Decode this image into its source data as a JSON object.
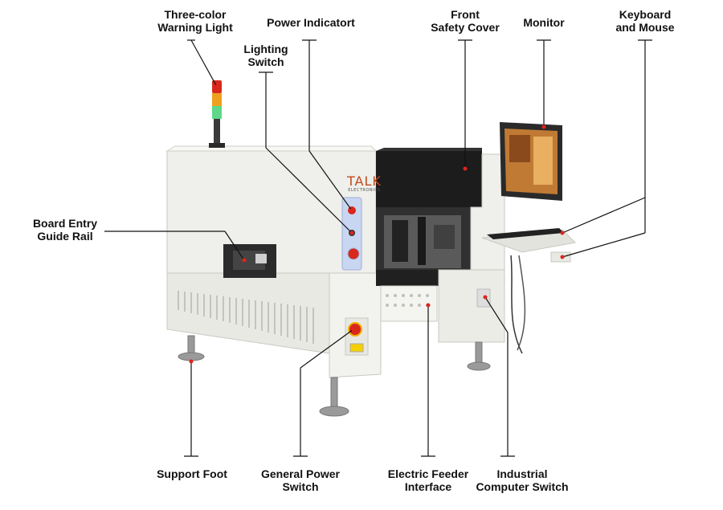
{
  "labels": {
    "warning_light": [
      "Three-color",
      "Warning Light"
    ],
    "power_indicator": [
      "Power Indicatort"
    ],
    "lighting_switch": [
      "Lighting",
      "Switch"
    ],
    "front_safety_cover": [
      "Front",
      "Safety Cover"
    ],
    "monitor": [
      "Monitor"
    ],
    "keyboard_mouse": [
      "Keyboard",
      "and Mouse"
    ],
    "board_entry": [
      "Board Entry",
      "Guide Rail"
    ],
    "support_foot": [
      "Support Foot"
    ],
    "general_power_switch": [
      "General Power",
      "Switch"
    ],
    "electric_feeder": [
      "Electric Feeder",
      "Interface"
    ],
    "industrial_computer_switch": [
      "Industrial",
      "Computer Switch"
    ]
  },
  "brand": {
    "logo_main": "TALK",
    "logo_sub": "ELECTRONICS"
  },
  "colors": {
    "machine_body": "#efefeb",
    "machine_shadow": "#d6d6d0",
    "leader_line": "#111111",
    "marker_red": "#e0231b",
    "emergency_red": "#d8281c",
    "panel_blue": "#c9d6f2"
  }
}
